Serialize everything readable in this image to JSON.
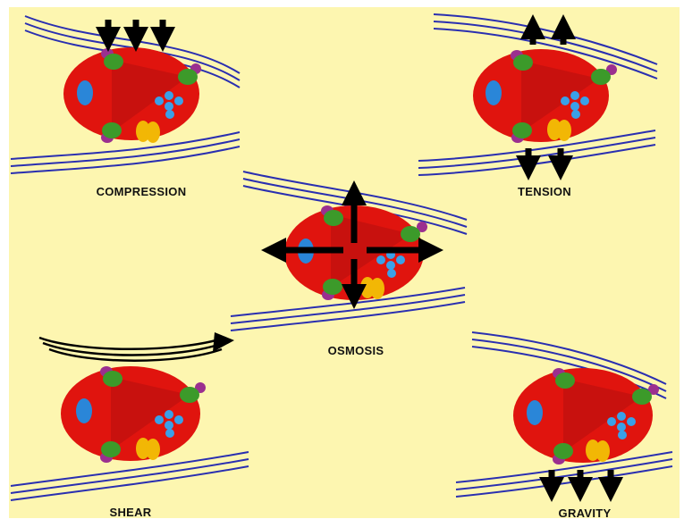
{
  "colors": {
    "background": "#fdf6b0",
    "cell": "#e0140e",
    "cell_core": "#b40f0f",
    "nucleus": "#2a86d8",
    "vesicle": "#3aa0e8",
    "adhesion_green": "#3c9a2a",
    "adhesion_purple": "#9b2f8f",
    "golgi_yellow": "#f2b705",
    "membrane_blue": "#2a2fb0",
    "arrow": "#000000"
  },
  "panels": [
    {
      "id": "compression",
      "label": "COMPRESSION"
    },
    {
      "id": "tension",
      "label": "TENSION"
    },
    {
      "id": "osmosis",
      "label": "OSMOSIS"
    },
    {
      "id": "shear",
      "label": "SHEAR"
    },
    {
      "id": "gravity",
      "label": "GRAVITY"
    }
  ]
}
